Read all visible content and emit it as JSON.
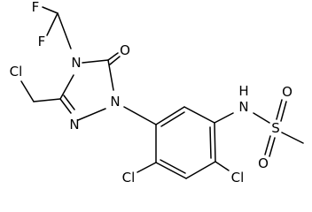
{
  "atoms": {
    "f_top": "F",
    "f_left": "F",
    "n4": "N",
    "o_carbonyl": "O",
    "cl_methyl": "Cl",
    "n2": "N",
    "n1": "N",
    "nh": "N",
    "h": "H",
    "s": "S",
    "o_upper": "O",
    "o_lower": "O",
    "cl_left": "Cl",
    "cl_right": "Cl"
  }
}
